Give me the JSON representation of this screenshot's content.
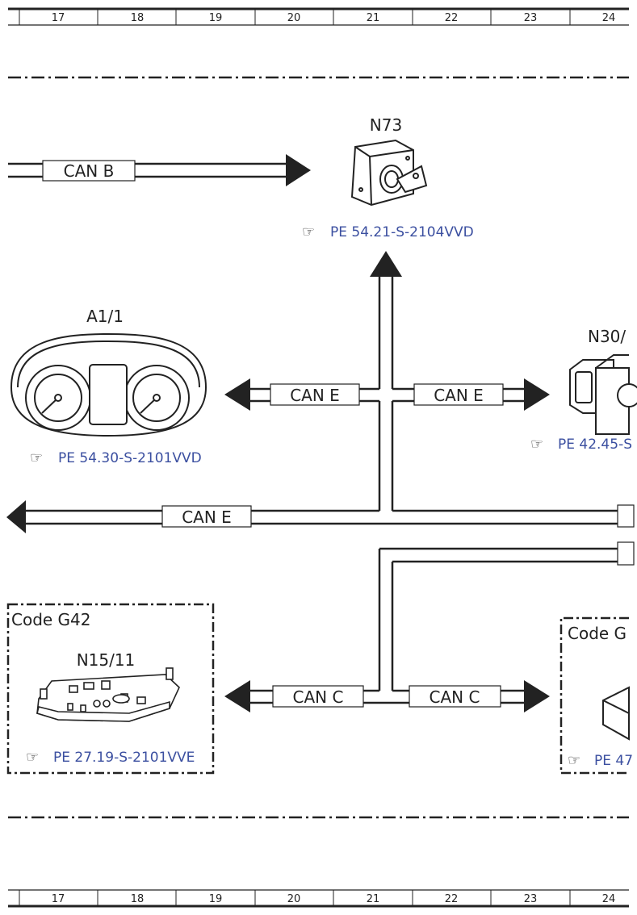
{
  "ruler": {
    "columns": [
      "17",
      "18",
      "19",
      "20",
      "21",
      "22",
      "23",
      "24"
    ]
  },
  "components": {
    "n73": {
      "label": "N73",
      "ref": "PE 54.21-S-2104VVD"
    },
    "a1_1": {
      "label": "A1/1",
      "ref": "PE 54.30-S-2101VVD"
    },
    "n30": {
      "label": "N30/",
      "ref": "PE 42.45-S"
    },
    "n15_11": {
      "label": "N15/11",
      "ref": "PE 27.19-S-2101VVE"
    },
    "code_box_right": {
      "ref": "PE 47"
    }
  },
  "codes": {
    "left": "Code G42",
    "right": "Code G"
  },
  "buses": {
    "can_b": "CAN B",
    "can_e_left": "CAN E",
    "can_e_right": "CAN E",
    "can_e_bottom": "CAN E",
    "can_c_left": "CAN C",
    "can_c_right": "CAN C"
  },
  "icons": {
    "reference": "pointing-hand-icon"
  }
}
